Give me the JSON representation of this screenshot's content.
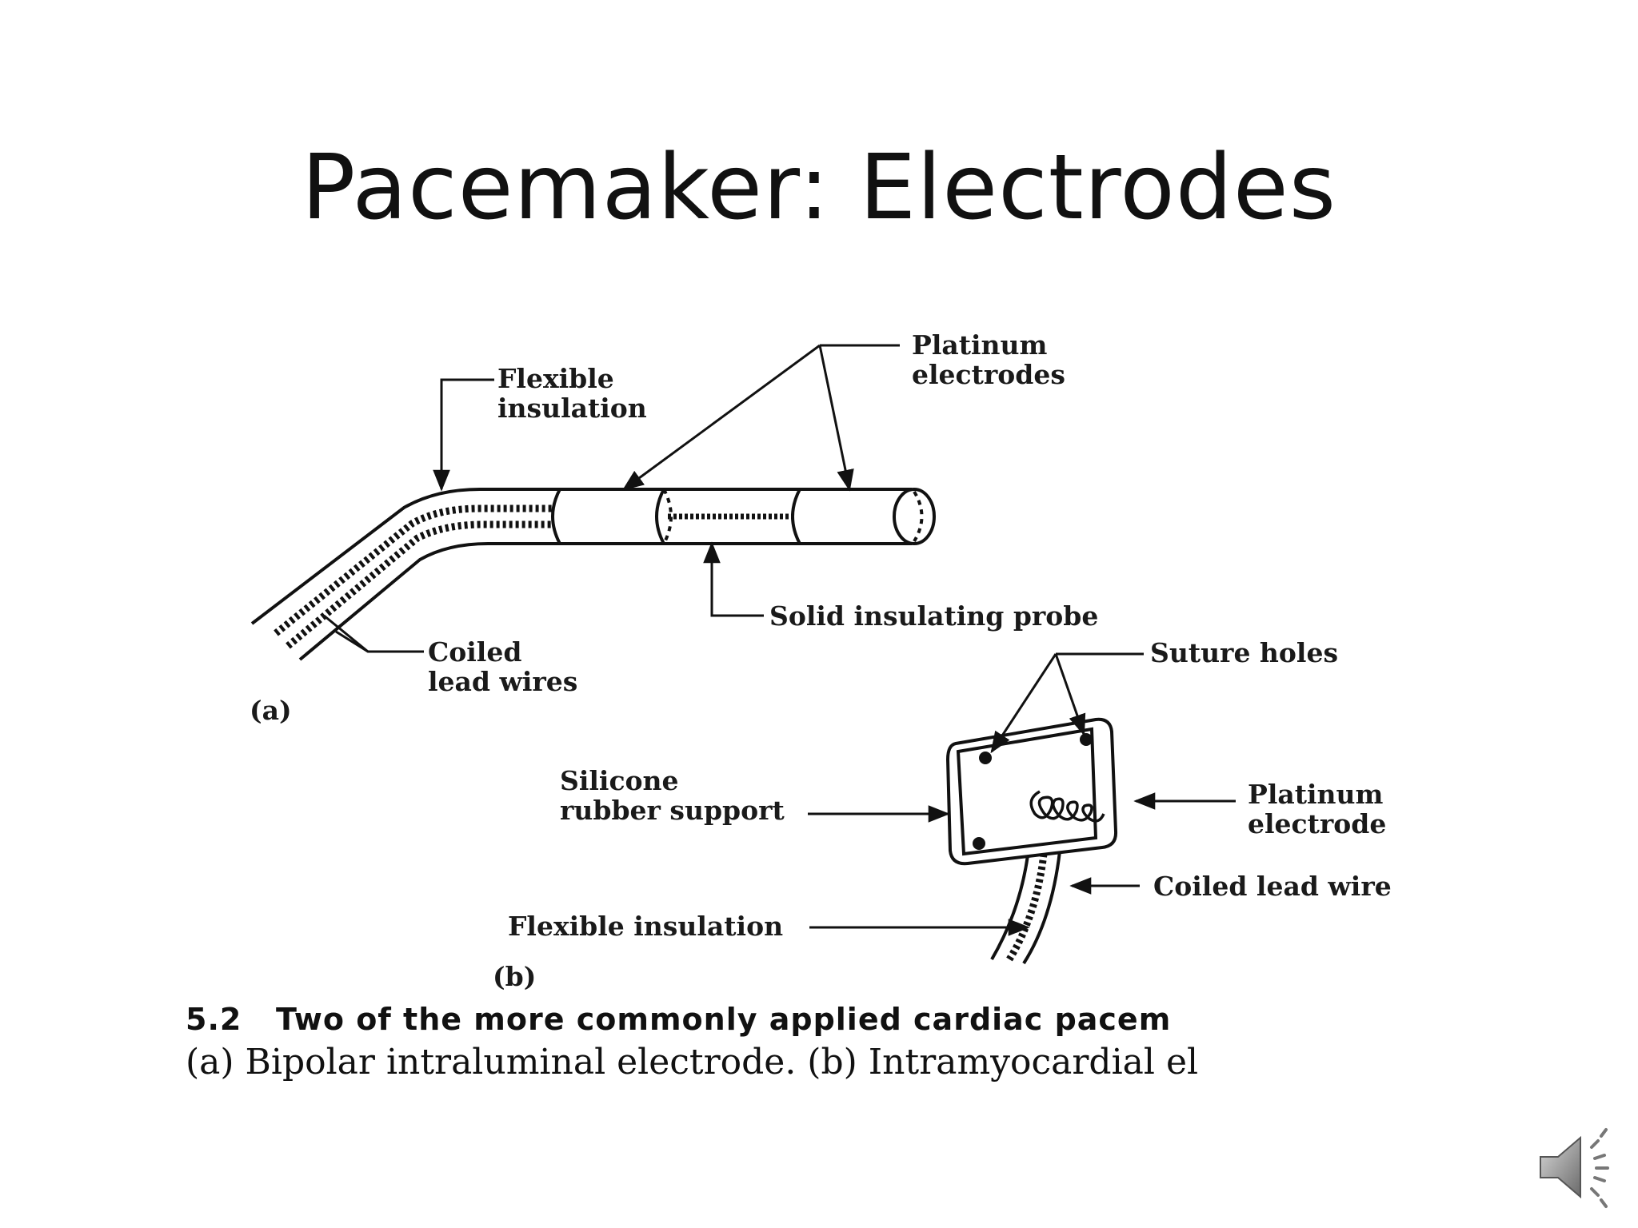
{
  "slide": {
    "title": "Pacemaker: Electrodes"
  },
  "diagram_a": {
    "label_flexible_insulation": "Flexible\ninsulation",
    "label_platinum_electrodes": "Platinum\nelectrodes",
    "label_solid_probe": "Solid insulating probe",
    "label_coiled_lead_wires": "Coiled\nlead wires",
    "panel_label": "(a)"
  },
  "diagram_b": {
    "label_suture_holes": "Suture holes",
    "label_silicone_support": "Silicone\nrubber support",
    "label_platinum_electrode": "Platinum\nelectrode",
    "label_coiled_lead_wire": "Coiled lead wire",
    "label_flexible_insulation": "Flexible insulation",
    "panel_label": "(b)"
  },
  "caption": {
    "line1": "5.2   Two of the more commonly applied cardiac pacem",
    "line2": "(a) Bipolar intraluminal electrode. (b) Intramyocardial el"
  },
  "icons": {
    "audio": "speaker-icon"
  }
}
